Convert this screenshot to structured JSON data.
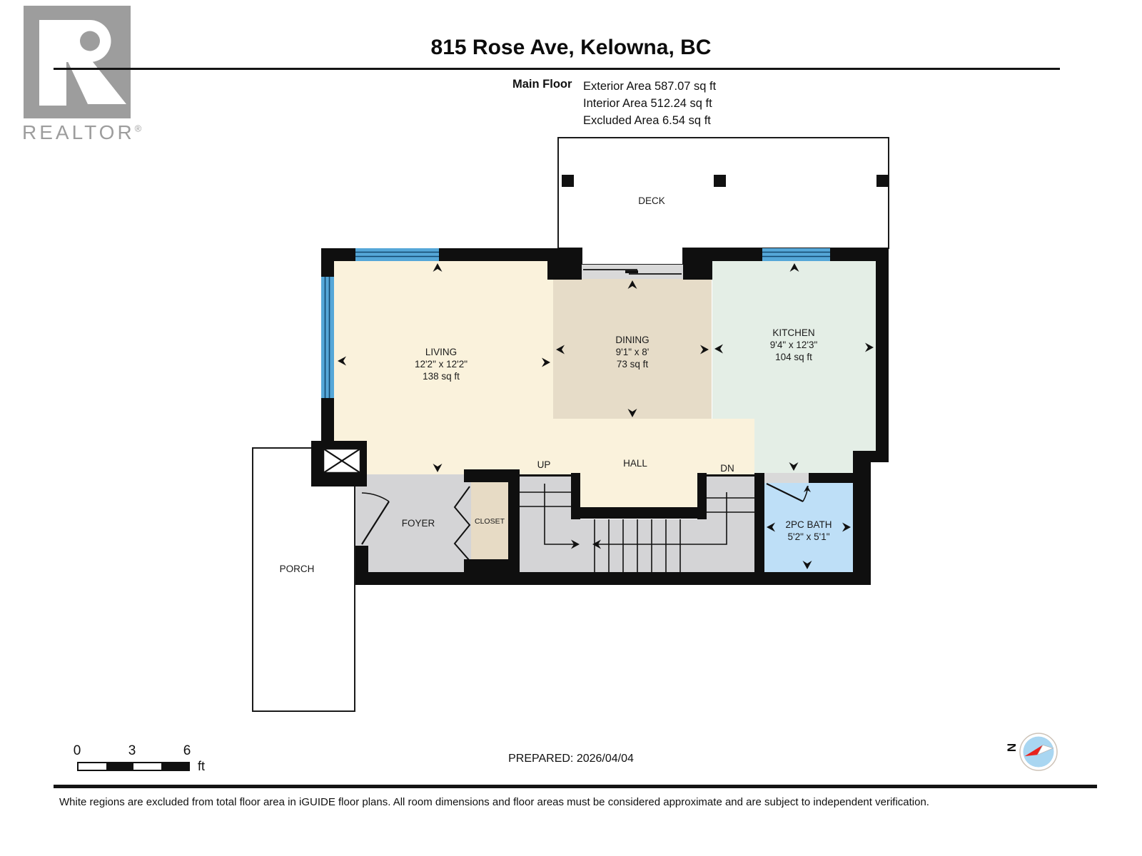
{
  "header": {
    "title": "815 Rose Ave, Kelowna, BC",
    "floor_label": "Main Floor",
    "area_lines": [
      "Exterior Area 587.07 sq ft",
      "Interior Area 512.24 sq ft",
      "Excluded Area 6.54 sq ft"
    ]
  },
  "logo": {
    "brand": "REALTOR",
    "registered_mark": "®"
  },
  "plan": {
    "rooms": {
      "deck": {
        "name": "DECK"
      },
      "living": {
        "name": "LIVING",
        "dimensions": "12'2\" x 12'2\"",
        "area": "138 sq ft"
      },
      "dining": {
        "name": "DINING",
        "dimensions": "9'1\" x 8'",
        "area": "73 sq ft"
      },
      "kitchen": {
        "name": "KITCHEN",
        "dimensions": "9'4\" x 12'3\"",
        "area": "104 sq ft"
      },
      "hall": {
        "name": "HALL"
      },
      "foyer": {
        "name": "FOYER"
      },
      "closet": {
        "name": "CLOSET"
      },
      "bath": {
        "name": "2PC BATH",
        "dimensions": "5'2\" x 5'1\""
      },
      "porch": {
        "name": "PORCH"
      }
    },
    "stairs": {
      "up": "UP",
      "down": "DN"
    }
  },
  "scale_bar": {
    "tick_0": "0",
    "tick_3": "3",
    "tick_6": "6",
    "unit": "ft"
  },
  "compass": {
    "north": "N"
  },
  "footer": {
    "prepared": "PREPARED: 2026/04/04",
    "disclaimer": "White regions are excluded from total floor area in iGUIDE floor plans. All room dimensions and floor areas must be considered approximate and are subject to independent verification."
  },
  "colors": {
    "wall": "#0f0f0f",
    "window_blue": "#55a7d8",
    "living_cream": "#faf2dc",
    "dining_tan": "#e6dcc8",
    "kitchen_mint": "#e4eee6",
    "stair_gray": "#d4d4d6",
    "closet_tan": "#e7dbc5",
    "bath_blue": "#bedff7",
    "logo_gray": "#9d9d9d",
    "compass_red": "#e8221c"
  }
}
